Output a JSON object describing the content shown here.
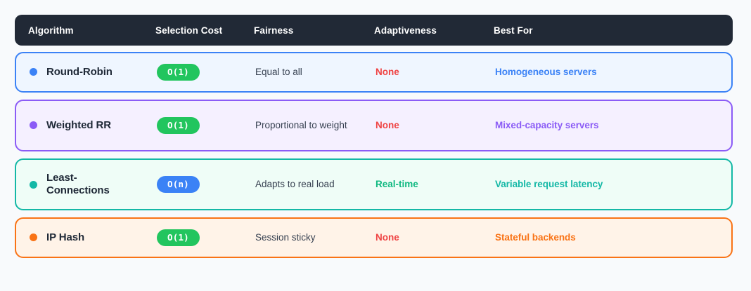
{
  "page": {
    "background_color": "#f8fafc"
  },
  "table": {
    "header": {
      "background_color": "#212936",
      "text_color": "#ffffff",
      "columns": [
        {
          "key": "algorithm",
          "label": "Algorithm"
        },
        {
          "key": "selection_cost",
          "label": "Selection Cost"
        },
        {
          "key": "fairness",
          "label": "Fairness"
        },
        {
          "key": "adaptiveness",
          "label": "Adaptiveness"
        },
        {
          "key": "best_for",
          "label": "Best For"
        }
      ]
    },
    "rows": [
      {
        "algorithm": "Round-Robin",
        "selection_cost": "O(1)",
        "fairness": "Equal to all",
        "adaptiveness": "None",
        "best_for": "Homogeneous servers",
        "accent_color": "#3b82f6",
        "dot_color": "#3b82f6",
        "row_background": "#eff6ff",
        "border_color": "#3b82f6",
        "badge_color": "#22c55e",
        "adaptiveness_color": "#ef4444",
        "best_for_color": "#3b82f6"
      },
      {
        "algorithm": "Weighted RR",
        "selection_cost": "O(1)",
        "fairness": "Proportional to weight",
        "adaptiveness": "None",
        "best_for": "Mixed-capacity servers",
        "accent_color": "#8b5cf6",
        "dot_color": "#8b5cf6",
        "row_background": "#f5f0ff",
        "border_color": "#8b5cf6",
        "badge_color": "#22c55e",
        "adaptiveness_color": "#ef4444",
        "best_for_color": "#8b5cf6"
      },
      {
        "algorithm": "Least-Connections",
        "selection_cost": "O(n)",
        "fairness": "Adapts to real load",
        "adaptiveness": "Real-time",
        "best_for": "Variable request latency",
        "accent_color": "#14b8a6",
        "dot_color": "#14b8a6",
        "row_background": "#effdf7",
        "border_color": "#14b8a6",
        "badge_color": "#3b82f6",
        "adaptiveness_color": "#10b981",
        "best_for_color": "#14b8a6"
      },
      {
        "algorithm": "IP Hash",
        "selection_cost": "O(1)",
        "fairness": "Session sticky",
        "adaptiveness": "None",
        "best_for": "Stateful backends",
        "accent_color": "#f97316",
        "dot_color": "#f97316",
        "row_background": "#fff3e8",
        "border_color": "#f97316",
        "badge_color": "#22c55e",
        "adaptiveness_color": "#ef4444",
        "best_for_color": "#f97316"
      }
    ]
  }
}
